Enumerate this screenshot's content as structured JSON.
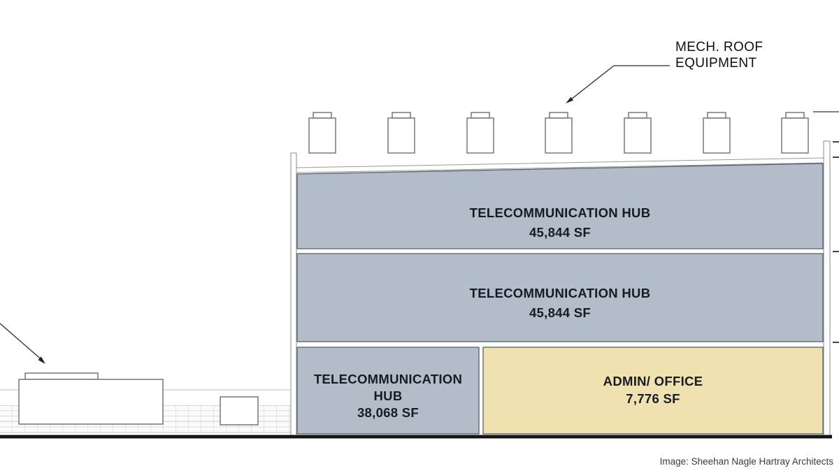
{
  "annotations": {
    "mech_roof": {
      "line1": "MECH. ROOF",
      "line2": "EQUIPMENT"
    }
  },
  "floors": {
    "level3": {
      "name": "TELECOMMUNICATION HUB",
      "area": "45,844 SF",
      "fill": "#b2bdc9"
    },
    "level2": {
      "name": "TELECOMMUNICATION HUB",
      "area": "45,844 SF",
      "fill": "#b2bdc9"
    },
    "level1_hub": {
      "name": "TELECOMMUNICATION HUB",
      "area": "38,068 SF",
      "fill": "#b2bdc9"
    },
    "level1_admin": {
      "name": "ADMIN/ OFFICE",
      "area": "7,776 SF",
      "fill": "#f0e2b0"
    }
  },
  "credit": "Image: Sheehan Nagle Hartray Architects",
  "colors": {
    "hub_fill": "#b2bdc9",
    "admin_fill": "#f0e2b0",
    "block_outline": "#58616e",
    "wall_outline": "#8a8a8a",
    "ground": "#151515"
  }
}
